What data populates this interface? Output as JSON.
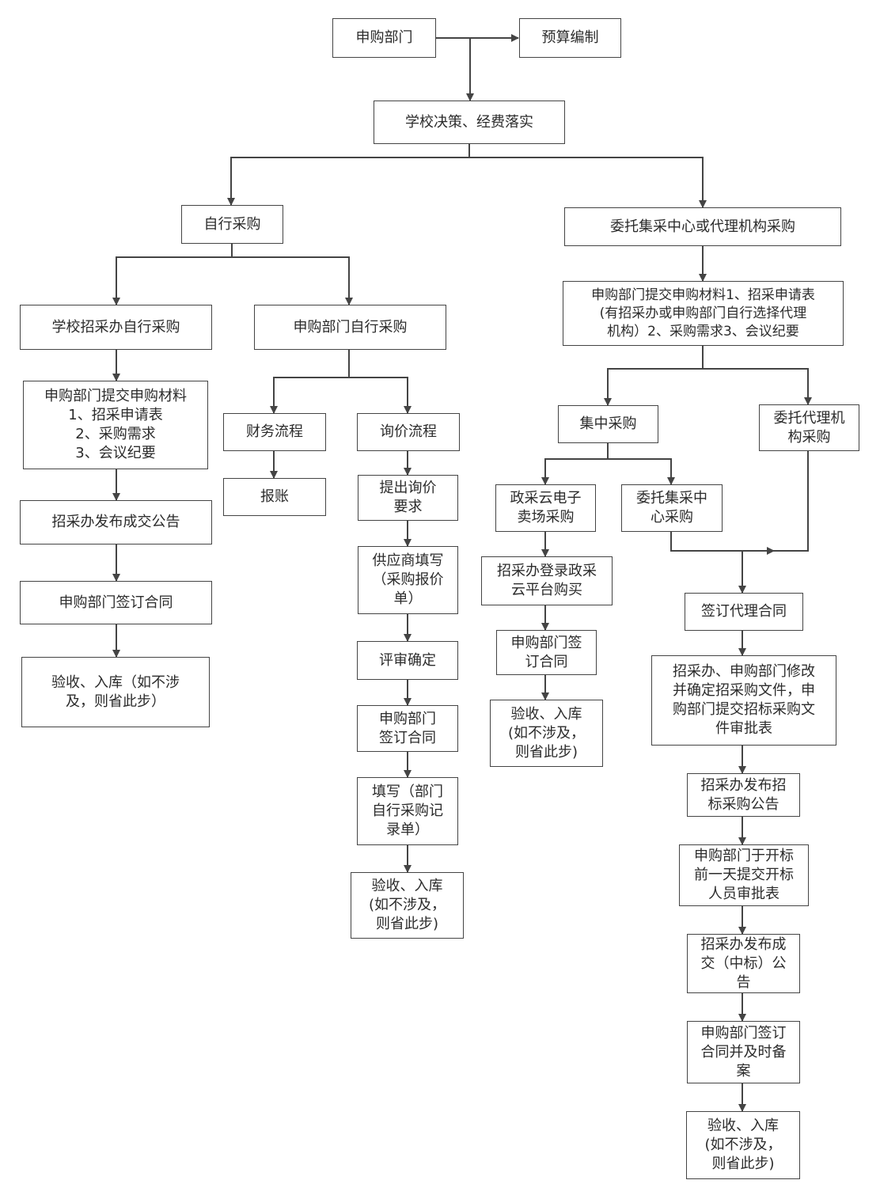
{
  "nodes": {
    "n_apply_dept": "申购部门",
    "n_budget": "预算编制",
    "n_decision": "学校决策、经费落实",
    "n_self": "自行采购",
    "n_entrust": "委托集采中心或代理机构采购",
    "n_school_office": "学校招采办自行采购",
    "n_dept_self": "申购部门自行采购",
    "n_submit_l": "申购部门提交申购材料\n1、招采申请表\n2、采购需求\n3、会议纪要",
    "n_publish_deal_l": "招采办发布成交公告",
    "n_sign_l": "申购部门签订合同",
    "n_accept_l": "验收、入库（如不涉\n及，则省此步）",
    "n_finance": "财务流程",
    "n_reimburse": "报账",
    "n_inquiry": "询价流程",
    "n_propose": "提出询价\n要求",
    "n_supplier": "供应商填写\n（采购报价\n单）",
    "n_review": "评审确定",
    "n_sign_m": "申购部门\n签订合同",
    "n_fill_record": "填写（部门\n自行采购记\n录单）",
    "n_accept_m": "验收、入库\n(如不涉及，\n则省此步)",
    "n_submit_r": "申购部门提交申购材料1、招采申请表\n(有招采办或申购部门自行选择代理\n机构）2、采购需求3、会议纪要",
    "n_central": "集中采购",
    "n_agency": "委托代理机\n构采购",
    "n_gov_cloud": "政采云电子\n卖场采购",
    "n_entrust_center": "委托集采中\n心采购",
    "n_login_cloud": "招采办登录政采\n云平台购买",
    "n_sign_c": "申购部门签\n订合同",
    "n_accept_c": "验收、入库\n(如不涉及，\n则省此步)",
    "n_sign_agency": "签订代理合同",
    "n_modify_docs": "招采办、申购部门修改\n并确定招采购文件，申\n购部门提交招标采购文\n件审批表",
    "n_publish_tender": "招采办发布招\n标采购公告",
    "n_bid_staff": "申购部门于开标\n前一天提交开标\n人员审批表",
    "n_publish_win": "招采办发布成\n交（中标）公\n告",
    "n_sign_file": "申购部门签订\n合同并及时备\n案",
    "n_accept_r": "验收、入库\n(如不涉及，\n则省此步)"
  },
  "colors": {
    "stroke": "#444444",
    "text": "#2b2b2b",
    "background": "#ffffff"
  }
}
